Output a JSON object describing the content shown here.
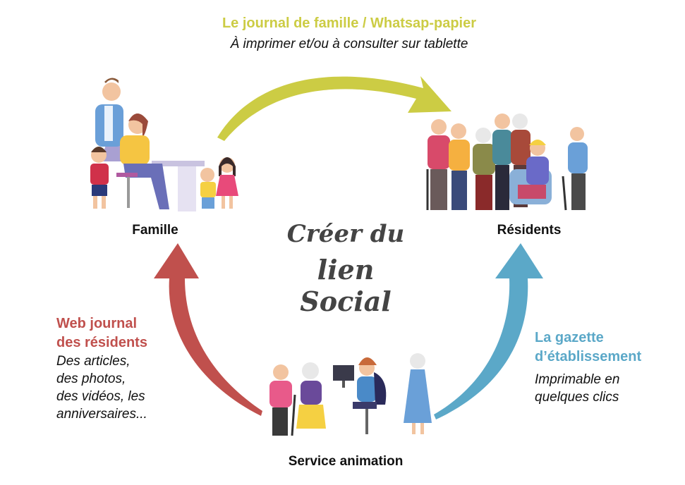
{
  "top": {
    "title": "Le journal de famille / Whatsap-papier",
    "subtitle": "À imprimer et/ou à consulter sur tablette",
    "title_color": "#c8c84a"
  },
  "nodes": {
    "famille": "Famille",
    "residents": "Résidents",
    "service": "Service animation"
  },
  "center": {
    "line1": "Créer du",
    "line2": "lien Social"
  },
  "left": {
    "title_line1": "Web journal",
    "title_line2": "des résidents",
    "text_lines": [
      "Des articles,",
      "des photos,",
      "des vidéos, les",
      "anniversaires..."
    ],
    "color": "#c0504d"
  },
  "right": {
    "title_line1": "La gazette",
    "title_line2": "d’établissement",
    "text_lines": [
      "Imprimable en",
      "quelques clics"
    ],
    "color": "#5ba8c8"
  },
  "colors": {
    "arrow_top": "#cccc44",
    "arrow_left": "#c0504d",
    "arrow_right": "#5ba8c8"
  }
}
